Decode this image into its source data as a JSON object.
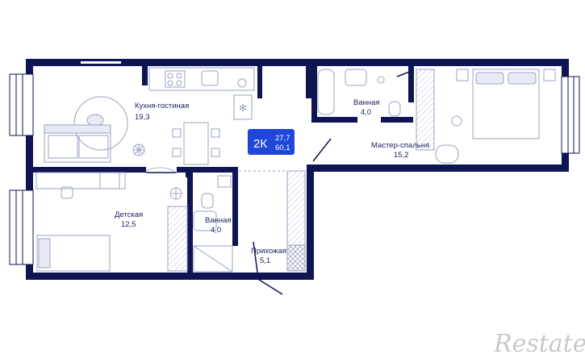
{
  "apartment": {
    "type_label": "2К",
    "living_area": "27,7",
    "total_area": "60,1",
    "badge_color": "#1f46d6"
  },
  "rooms": {
    "kitchen_living": {
      "name": "Кухня-гостиная",
      "area": "19,3"
    },
    "bathroom_top": {
      "name": "Ванная",
      "area": "4,0"
    },
    "master_bedroom": {
      "name": "Мастер-спальня",
      "area": "15,2"
    },
    "kids_room": {
      "name": "Детская",
      "area": "12,5"
    },
    "bathroom_bottom": {
      "name": "Ванная",
      "area": "4,0"
    },
    "hallway": {
      "name": "Прихожая",
      "area": "5,1"
    }
  },
  "watermark": {
    "text": "Restate"
  },
  "colors": {
    "wall": "#0f1552",
    "furniture": "#9aa3c0",
    "text": "#1b1f5e"
  }
}
